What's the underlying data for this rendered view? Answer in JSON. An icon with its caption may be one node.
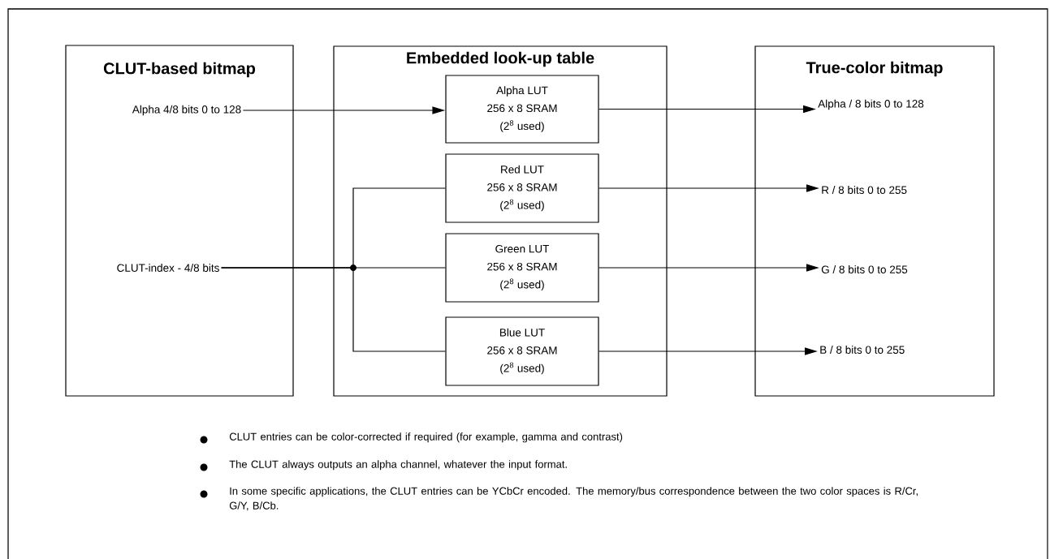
{
  "diagram": {
    "nodes": [
      {
        "text": [
          "CLUT-based bitmap"
        ]
      },
      {
        "text": [
          "Alpha 4/8 bits 0 to 128"
        ],
        "in": 0
      },
      {
        "text": [
          "CLUT-index - 4/8 bits"
        ],
        "in": 0
      },
      {
        "text": [
          "Embedded look-up table"
        ]
      },
      {
        "text": [
          "Alpha LUT",
          "256 x 8 SRAM",
          "(2$^{8}$ used)"
        ],
        "in": 3
      },
      {
        "text": [
          "Red LUT",
          "256 x 8 SRAM",
          "(2$^{8}$ used)"
        ],
        "in": 3
      },
      {
        "text": [
          "Green LUT",
          "256 x 8 SRAM",
          "(2$^{8}$ used)"
        ],
        "in": 3
      },
      {
        "text": [
          "Blue LUT",
          "256 x 8 SRAM",
          "(2$^{8}$ used)"
        ],
        "in": 3
      },
      {
        "text": [
          "True-color bitmap"
        ]
      },
      {
        "text": [
          "Alpha / 8 bits 0 to 128"
        ],
        "in": 8
      },
      {
        "text": [
          "R / 8 bits 0 to 255"
        ],
        "in": 8
      },
      {
        "text": [
          "G / 8 bits 0 to 255"
        ],
        "in": 8
      },
      {
        "text": [
          "B / 8 bits 0 to 255"
        ],
        "in": 8
      }
    ],
    "edges": [
      {
        "from": 1,
        "to": 4,
        "arrow": "to"
      },
      {
        "from": 4,
        "to": 9,
        "arrow": "to"
      },
      {
        "from": 2,
        "to": 5,
        "arrow": "none"
      },
      {
        "from": 2,
        "to": 6,
        "arrow": "none"
      },
      {
        "from": 2,
        "to": 7,
        "arrow": "none"
      },
      {
        "from": 5,
        "to": 10,
        "arrow": "to"
      },
      {
        "from": 6,
        "to": 11,
        "arrow": "to"
      },
      {
        "from": 7,
        "to": 12,
        "arrow": "to"
      }
    ],
    "labels": [
      "CLUT entries can be color-corrected if required (for example, gamma and contrast)",
      "The CLUT always outputs an alpha channel, whatever the input format.",
      "In some specific applications, the CLUT entries can be YCbCr encoded. The memory/bus correspondence between the two color spaces is R/Cr, G/Y, B/Cb."
    ]
  }
}
